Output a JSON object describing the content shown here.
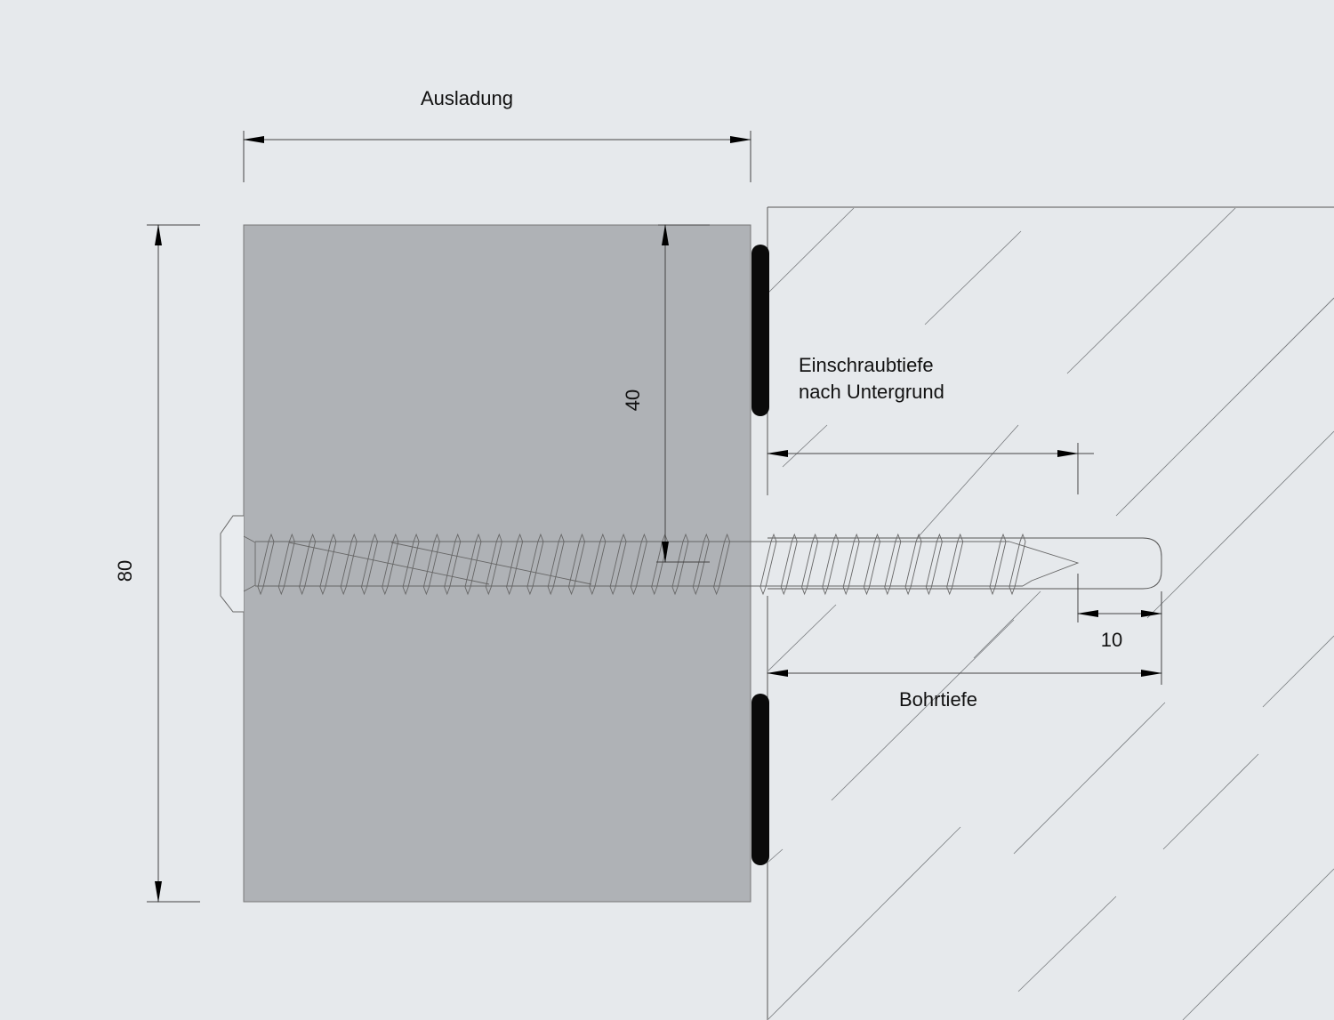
{
  "labels": {
    "ausladung": "Ausladung",
    "height_total": "80",
    "height_half": "40",
    "einschraubtiefe_line1": "Einschraubtiefe",
    "einschraubtiefe_line2": "nach Untergrund",
    "bohrtiefe": "Bohrtiefe",
    "tip_clearance": "10"
  },
  "colors": {
    "background": "#e6e9ec",
    "spacer_block": "#afb2b6",
    "gasket": "#0a0a0a",
    "lines": "#555555"
  }
}
